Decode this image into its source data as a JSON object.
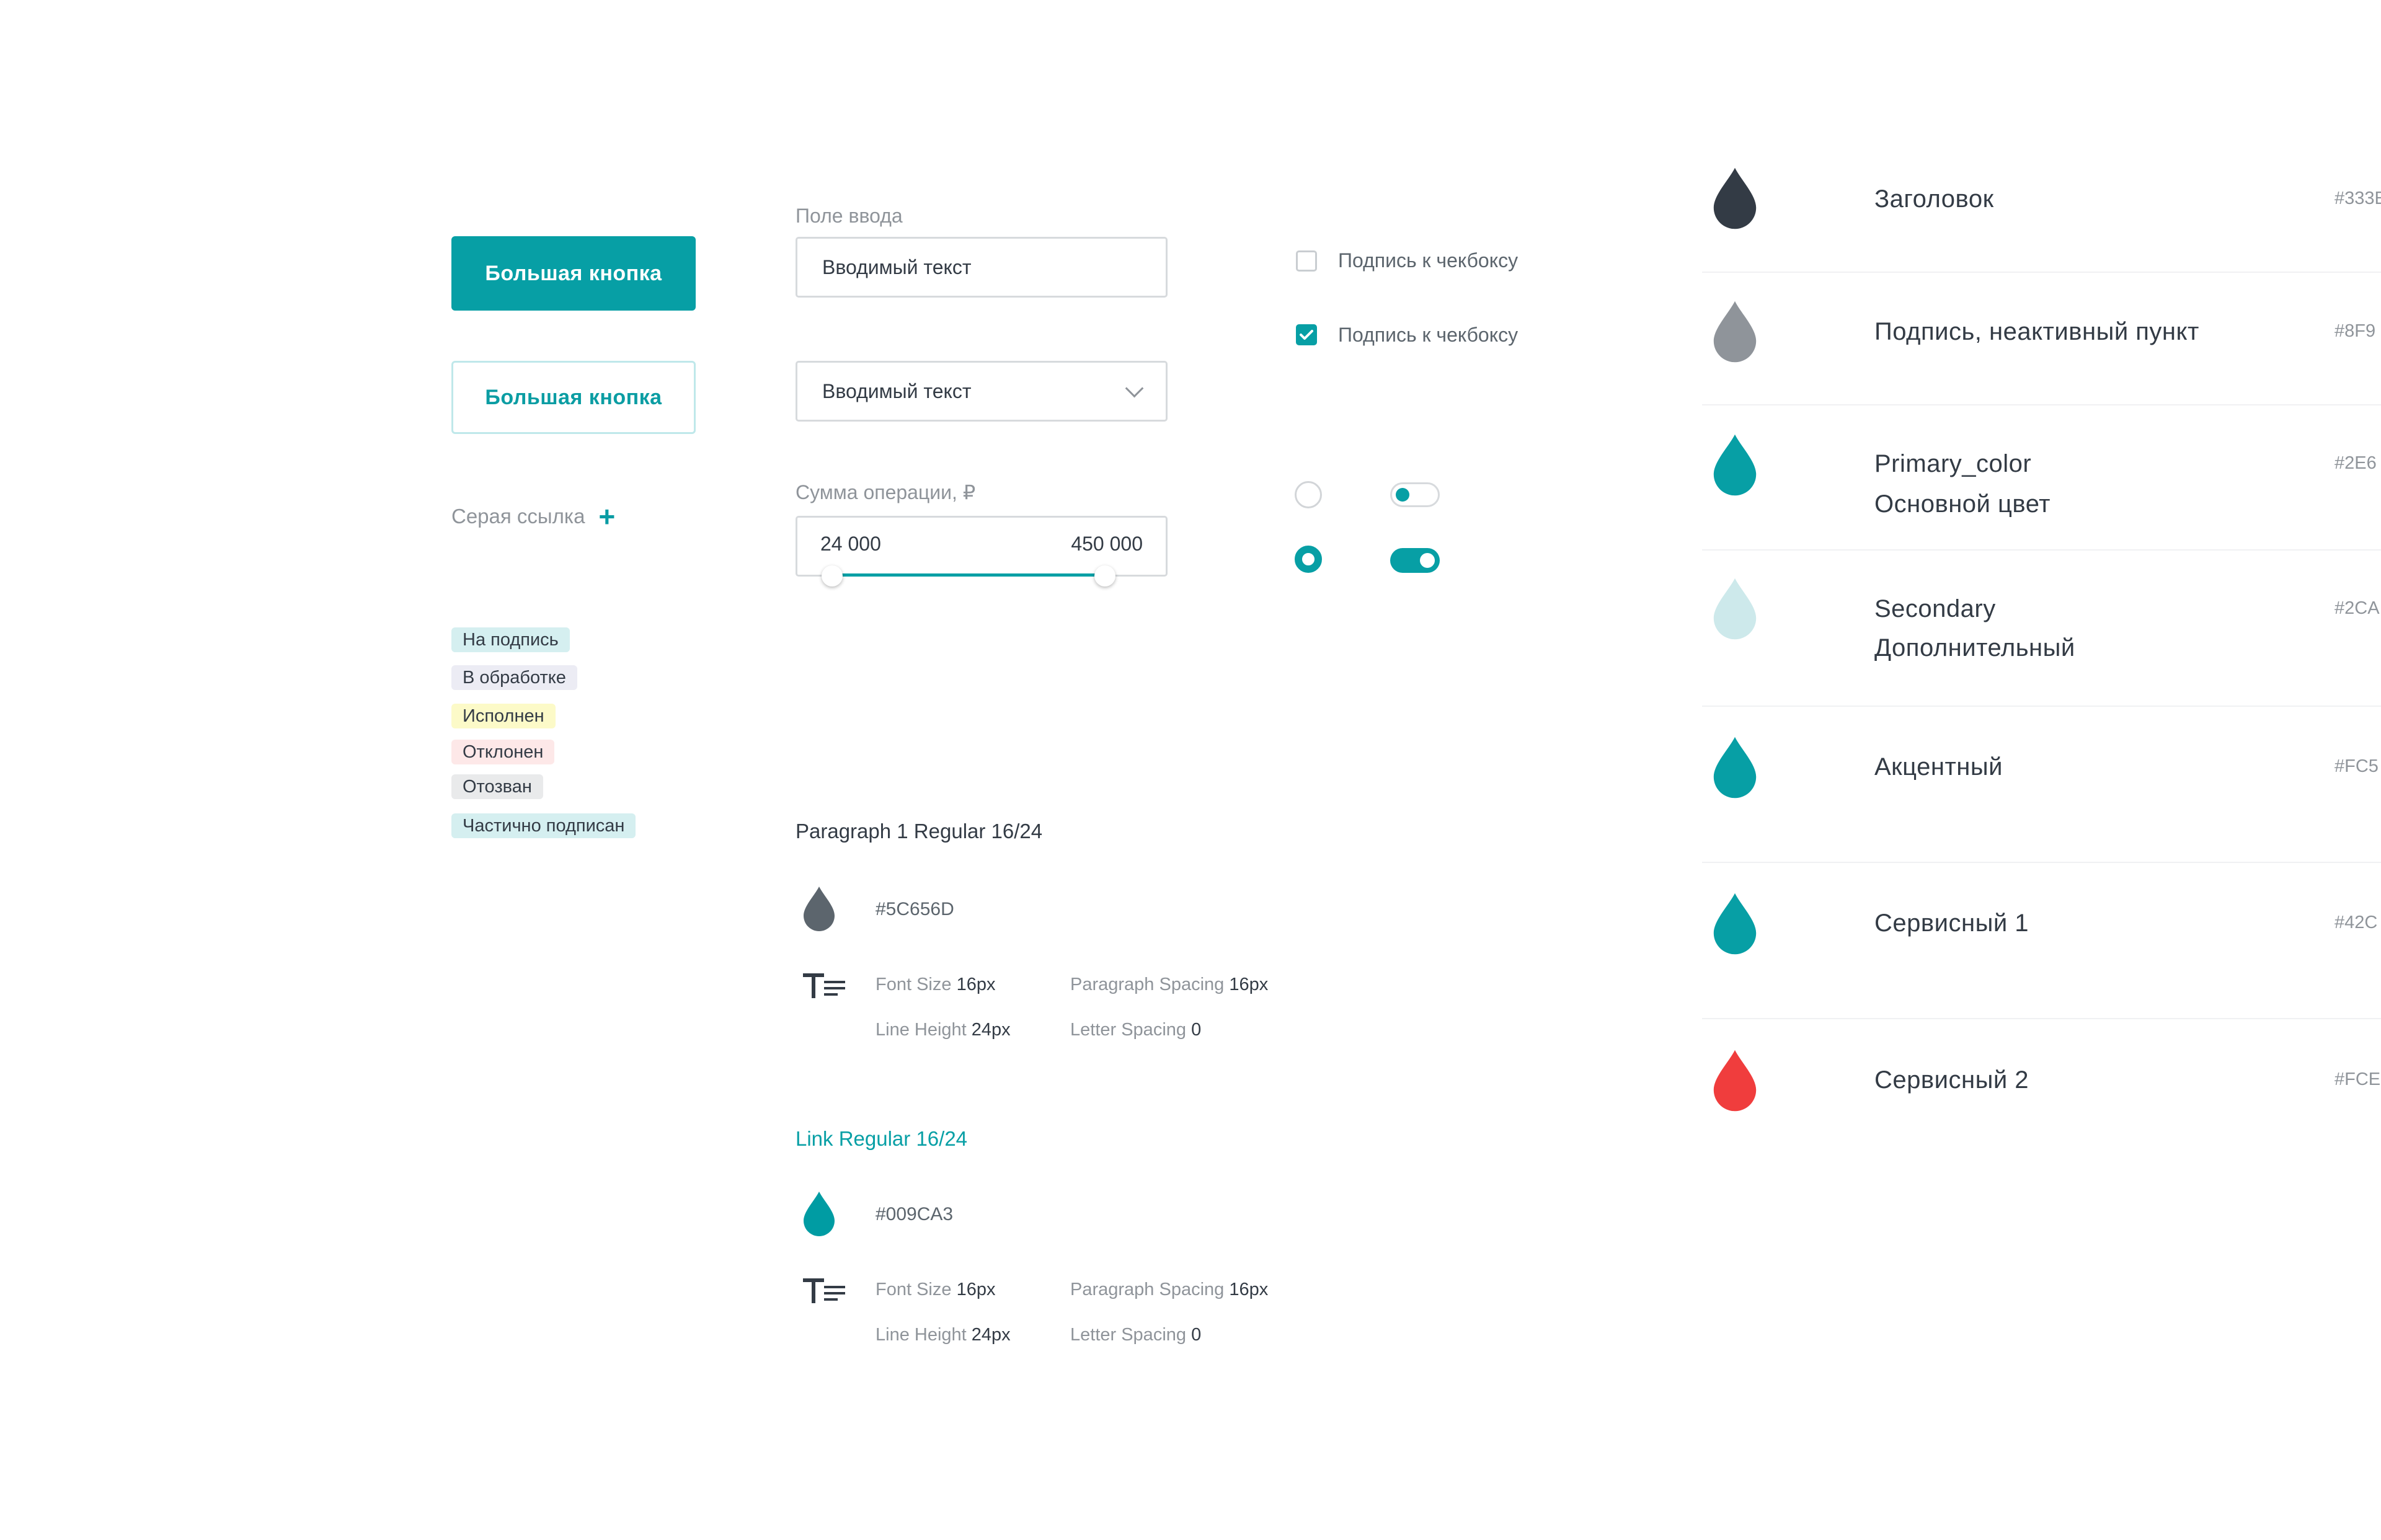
{
  "buttons": {
    "primary_label": "Большая кнопка",
    "outline_label": "Большая кнопка",
    "gray_link_label": "Серая ссылка"
  },
  "tags": [
    {
      "label": "На подпись",
      "bg": "#d5eff0"
    },
    {
      "label": "В обработке",
      "bg": "#ececf4"
    },
    {
      "label": "Исполнен",
      "bg": "#fcfac8"
    },
    {
      "label": "Отклонен",
      "bg": "#fde8e8"
    },
    {
      "label": "Отозван",
      "bg": "#e9eaeb"
    },
    {
      "label": "Частично подписан",
      "bg": "#d5eff0"
    }
  ],
  "input": {
    "label": "Поле ввода",
    "value": "Вводимый текст"
  },
  "select": {
    "value": "Вводимый текст"
  },
  "range": {
    "label": "Сумма операции, ₽",
    "min_value": "24 000",
    "max_value": "450 000"
  },
  "checkboxes": [
    {
      "label": "Подпись к чекбоксу",
      "checked": false
    },
    {
      "label": "Подпись к чекбоксу",
      "checked": true
    }
  ],
  "radios": [
    {
      "selected": false
    },
    {
      "selected": true
    }
  ],
  "toggles": [
    {
      "on": false
    },
    {
      "on": true
    }
  ],
  "typography": [
    {
      "title": "Paragraph 1 Regular 16/24",
      "title_color": "#333b45",
      "color_hex": "#5C656D",
      "drop_color": "#5c656d",
      "font_size_label": "Font Size",
      "font_size": "16px",
      "paragraph_spacing_label": "Paragraph Spacing",
      "paragraph_spacing": "16px",
      "line_height_label": "Line Height",
      "line_height": "24px",
      "letter_spacing_label": "Letter Spacing",
      "letter_spacing": "0"
    },
    {
      "title": "Link Regular 16/24",
      "title_color": "#079fa5",
      "color_hex": "#009CA3",
      "drop_color": "#009ca3",
      "font_size_label": "Font Size",
      "font_size": "16px",
      "paragraph_spacing_label": "Paragraph Spacing",
      "paragraph_spacing": "16px",
      "line_height_label": "Line Height",
      "line_height": "24px",
      "letter_spacing_label": "Letter Spacing",
      "letter_spacing": "0"
    }
  ],
  "palette": [
    {
      "name": "Заголовок",
      "name2": "",
      "hex": "#333E",
      "color": "#333b45"
    },
    {
      "name": "Подпись, неактивный пункт",
      "name2": "",
      "hex": "#8F9",
      "color": "#8f949a"
    },
    {
      "name": "Primary_color",
      "name2": "Основной цвет",
      "hex": "#2E6",
      "color": "#079fa5"
    },
    {
      "name": "Secondary",
      "name2": "Дополнительный",
      "hex": "#2CA",
      "color": "#cde9eb"
    },
    {
      "name": "Акцентный",
      "name2": "",
      "hex": "#FC5",
      "color": "#079fa5"
    },
    {
      "name": "Сервисный 1",
      "name2": "",
      "hex": "#42C",
      "color": "#079fa5"
    },
    {
      "name": "Сервисный 2",
      "name2": "",
      "hex": "#FCE",
      "color": "#f03d3d"
    }
  ],
  "colors": {
    "primary": "#079fa5",
    "border": "#d7dadd",
    "text": "#333b45",
    "muted": "#8f949a"
  }
}
